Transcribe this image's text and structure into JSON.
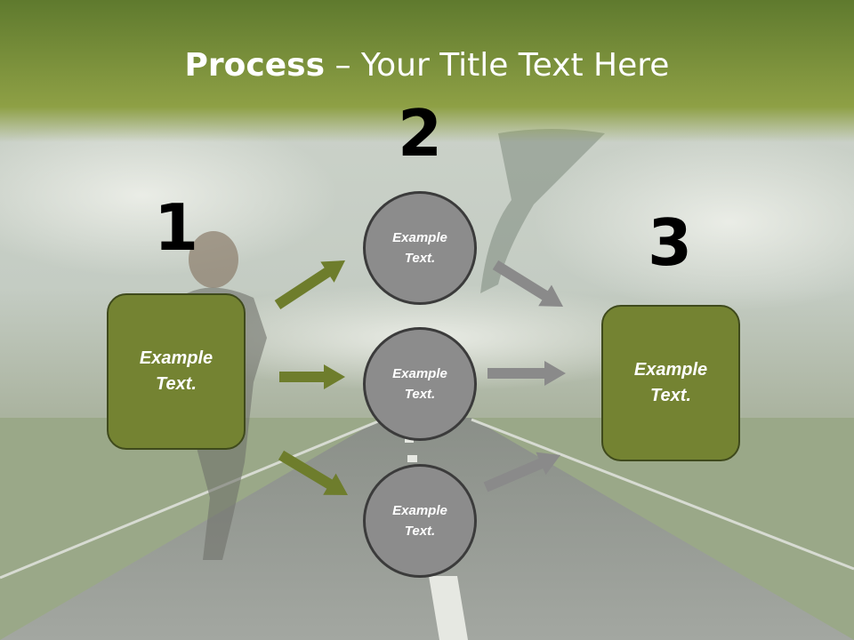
{
  "title": {
    "bold": "Process",
    "rest": " – Your Title Text Here"
  },
  "steps": {
    "one": "1",
    "two": "2",
    "three": "3"
  },
  "left_box": {
    "text": "Example Text."
  },
  "circles": [
    {
      "text": "Example Text."
    },
    {
      "text": "Example Text."
    },
    {
      "text": "Example Text."
    }
  ],
  "right_box": {
    "text": "Example Text."
  },
  "colors": {
    "banner_top": "#5f7a2e",
    "banner_bottom": "#8fa246",
    "box_fill": "#748332",
    "circle_fill": "#8c8c8c",
    "green_arrow": "#6e7d2c",
    "gray_arrow": "#8a8a8a"
  }
}
